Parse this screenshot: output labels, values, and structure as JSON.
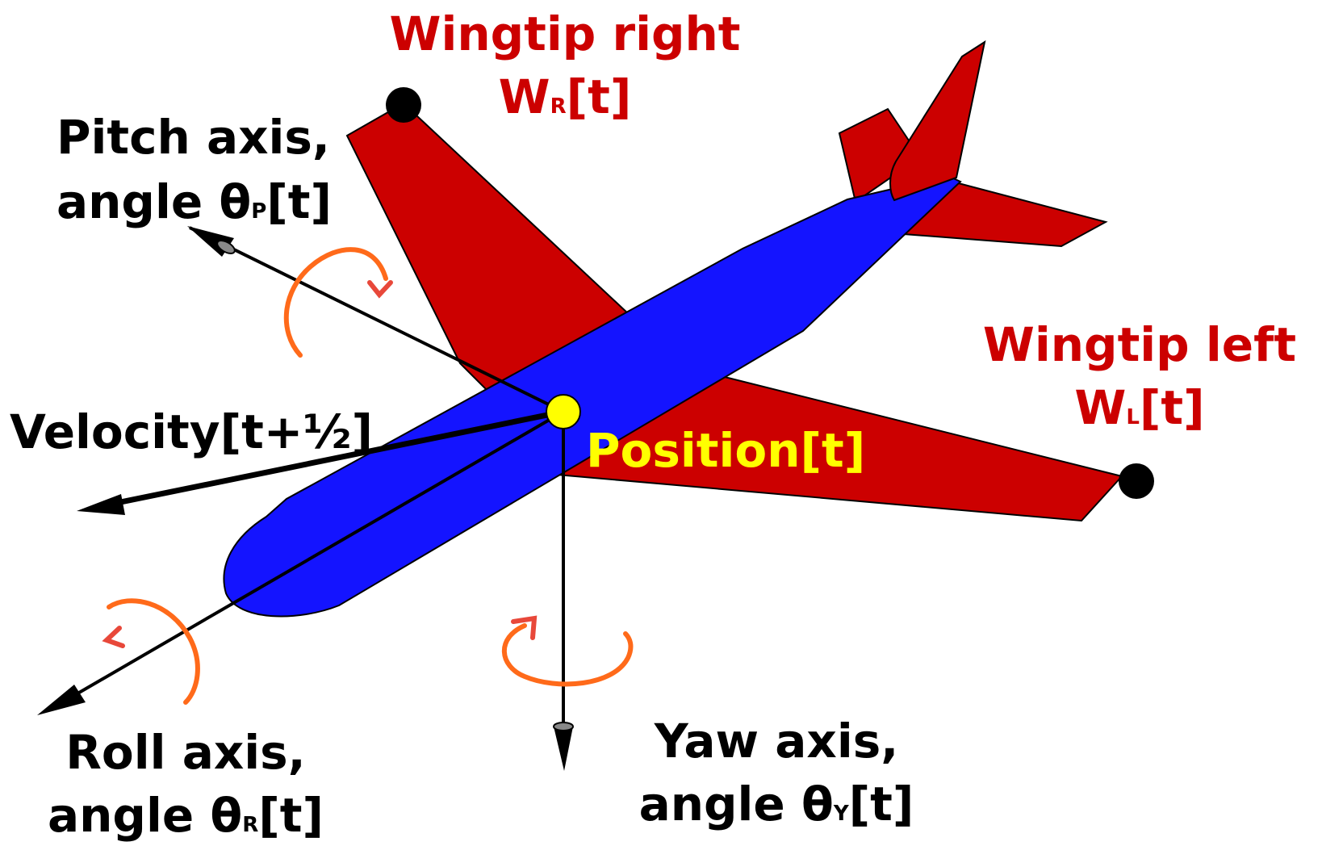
{
  "colors": {
    "wing": "#cc0000",
    "fuselage": "#1414ff",
    "axis": "#000000",
    "rotation_arrow": "#ff6a1a",
    "rotation_arrowhead": "#e8483a",
    "position_point": "#ffff00",
    "wingtip_point": "#000000",
    "label_red": "#cc0000",
    "label_black": "#000000",
    "label_yellow": "#ffff00"
  },
  "labels": {
    "wingtip_right": {
      "line1": "Wingtip right",
      "symbol": "W",
      "subscript": "R",
      "suffix": "[t]"
    },
    "wingtip_left": {
      "line1": "Wingtip left",
      "symbol": "W",
      "subscript": "L",
      "suffix": "[t]"
    },
    "pitch": {
      "line1": "Pitch axis,",
      "prefix": "angle θ",
      "subscript": "P",
      "suffix": "[t]"
    },
    "roll": {
      "line1": "Roll axis,",
      "prefix": "angle θ",
      "subscript": "R",
      "suffix": "[t]"
    },
    "yaw": {
      "line1": "Yaw axis,",
      "prefix": "angle θ",
      "subscript": "Y",
      "suffix": "[t]"
    },
    "velocity": "Velocity[t+½]",
    "position": "Position[t]"
  }
}
